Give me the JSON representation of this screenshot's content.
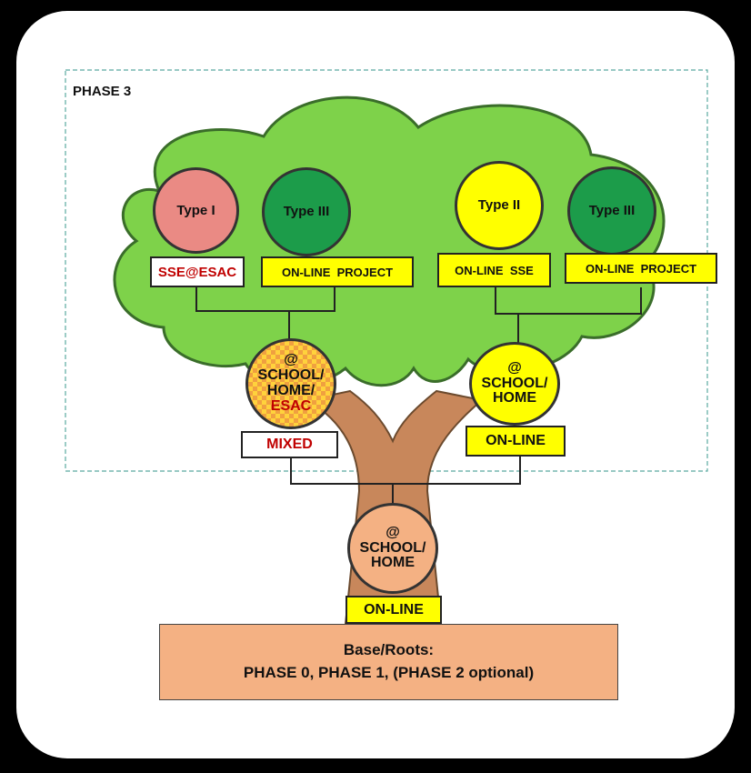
{
  "phase_label": "PHASE 3",
  "colors": {
    "canopy": "#7ed24a",
    "trunk": "#c8875b",
    "type1": "#ea8a84",
    "type3": "#1c9c4a",
    "yellow": "#ffff00",
    "base": "#f4b183",
    "mixed_text": "#c00000"
  },
  "left_branch": {
    "type_i": {
      "label": "Type I",
      "box": "SSE@ESAC"
    },
    "type_iii": {
      "label": "Type III",
      "box": "ON-LINE  PROJECT"
    },
    "node": {
      "at": "@",
      "line1": "SCHOOL/",
      "line2": "HOME/",
      "line3": "ESAC",
      "box": "MIXED"
    }
  },
  "right_branch": {
    "type_ii": {
      "label": "Type II",
      "box": "ON-LINE  SSE"
    },
    "type_iii": {
      "label": "Type III",
      "box": "ON-LINE  PROJECT"
    },
    "node": {
      "at": "@",
      "line1": "SCHOOL/",
      "line2": "HOME",
      "box": "ON-LINE"
    }
  },
  "trunk_node": {
    "at": "@",
    "line1": "SCHOOL/",
    "line2": "HOME",
    "box": "ON-LINE"
  },
  "base": {
    "title": "Base/Roots:",
    "text": "PHASE 0, PHASE 1, (PHASE 2 optional)"
  }
}
